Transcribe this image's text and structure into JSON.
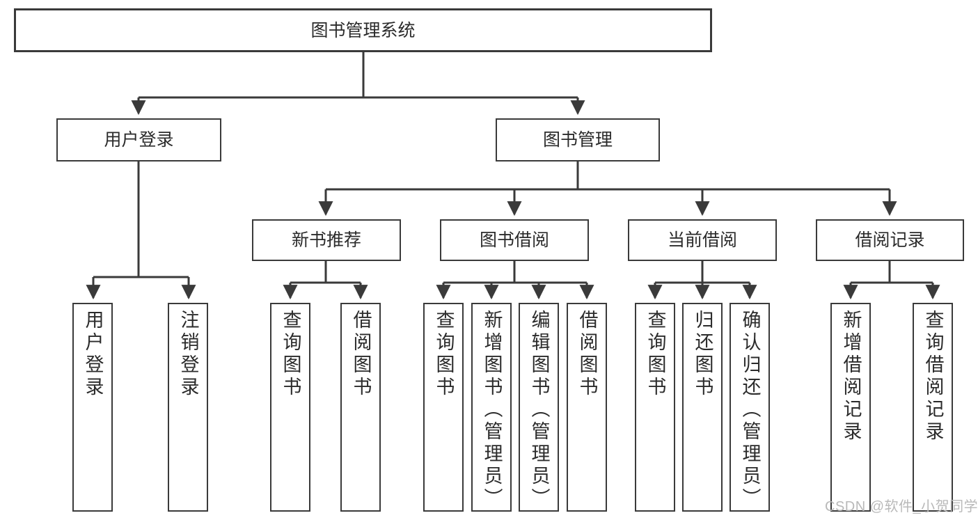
{
  "diagram": {
    "title": "图书管理系统",
    "type": "tree-hierarchy",
    "line_color": "#3a3a3a",
    "text_color": "#2b2b2b",
    "background": "#ffffff"
  },
  "nodes": {
    "root": {
      "label": "图书管理系统"
    },
    "level2": [
      {
        "id": "user-login",
        "label": "用户登录"
      },
      {
        "id": "book-management",
        "label": "图书管理"
      }
    ],
    "level3": [
      {
        "id": "new-book-recommend",
        "label": "新书推荐"
      },
      {
        "id": "book-borrow",
        "label": "图书借阅"
      },
      {
        "id": "current-borrow",
        "label": "当前借阅"
      },
      {
        "id": "borrow-record",
        "label": "借阅记录"
      }
    ],
    "leaves": {
      "user-login": [
        {
          "id": "leaf-user-login",
          "label": "用户登录"
        },
        {
          "id": "leaf-logout-login",
          "label": "注销登录"
        }
      ],
      "new-book-recommend": [
        {
          "id": "leaf-query-book-1",
          "label": "查询图书"
        },
        {
          "id": "leaf-borrow-book-1",
          "label": "借阅图书"
        }
      ],
      "book-borrow": [
        {
          "id": "leaf-query-book-2",
          "label": "查询图书"
        },
        {
          "id": "leaf-add-book",
          "label": "新增图书（管理员）"
        },
        {
          "id": "leaf-edit-book",
          "label": "编辑图书（管理员）"
        },
        {
          "id": "leaf-borrow-book-2",
          "label": "借阅图书"
        }
      ],
      "current-borrow": [
        {
          "id": "leaf-query-book-3",
          "label": "查询图书"
        },
        {
          "id": "leaf-return-book",
          "label": "归还图书"
        },
        {
          "id": "leaf-confirm-return",
          "label": "确认归还（管理员）"
        }
      ],
      "borrow-record": [
        {
          "id": "leaf-add-record",
          "label": "新增借阅记录"
        },
        {
          "id": "leaf-query-record",
          "label": "查询借阅记录"
        }
      ]
    }
  },
  "watermark": {
    "text": "CSDN @软件_小贺同学"
  }
}
